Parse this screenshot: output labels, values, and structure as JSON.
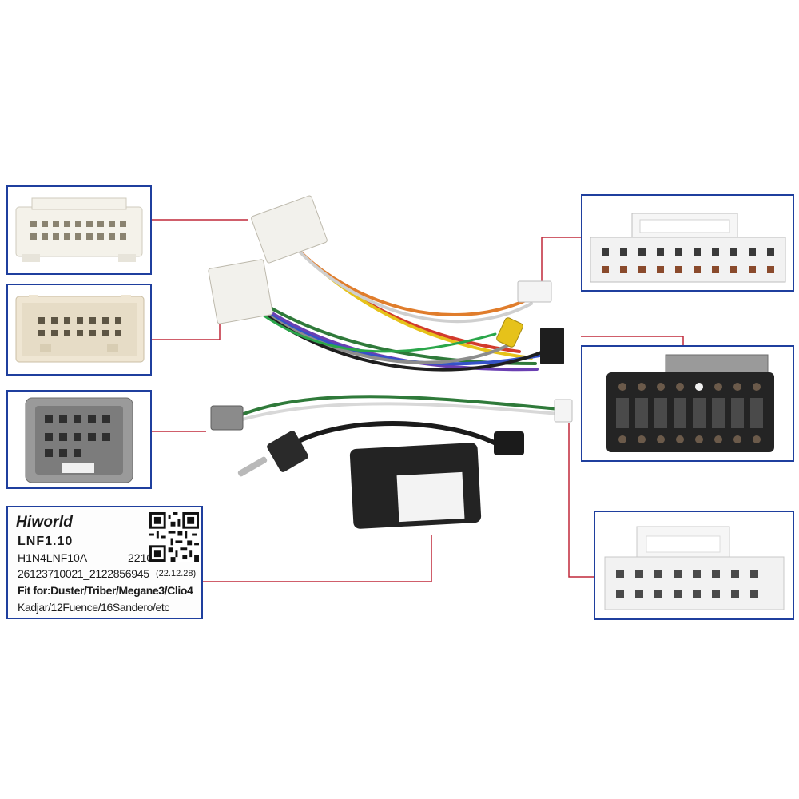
{
  "label": {
    "brand": "Hiworld",
    "model": "LNF1.10",
    "part_code": "H1N4LNF10A",
    "date_code": "221026",
    "serial": "26123710021_2122856945",
    "serial_date": "(22.12.28)",
    "fit_line1": "Fit for:Duster/Triber/Megane3/Clio4",
    "fit_line2": "Kadjar/12Fuence/16Sandero/etc"
  },
  "colors": {
    "panel_border": "#1f3f9e",
    "leader_line": "#c0283a",
    "connector_white": "#f2f1ec",
    "connector_cream": "#ece4d3",
    "connector_grey": "#8b8b8b",
    "connector_black": "#1e1e1e",
    "module_black": "#232323"
  }
}
